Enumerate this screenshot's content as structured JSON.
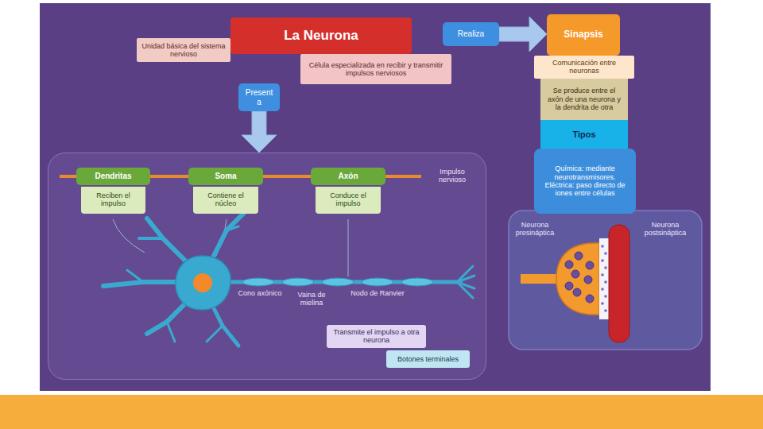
{
  "diagram": {
    "nodes": [
      {
        "text": [
          "Unidad básica del sistema nervioso"
        ]
      },
      {
        "text": [
          "La Neurona"
        ]
      },
      {
        "text": [
          "Realiza"
        ]
      },
      {
        "text": [
          "Sinapsis"
        ]
      },
      {
        "text": [
          "Célula especializada en recibir y transmitir impulsos nerviosos"
        ]
      },
      {
        "text": [
          "Comunicación entre neuronas"
        ]
      },
      {
        "text": [
          "Se produce entre el axón de una neurona y la dendrita de otra"
        ]
      },
      {
        "text": [
          "Presenta"
        ]
      },
      {
        "text": [
          "Tipos"
        ]
      },
      {
        "text": [
          "Química: mediante neurotransmisores. Eléctrica: paso directo de iones entre células"
        ]
      },
      {
        "text": [
          "Impulso nervioso"
        ]
      },
      {
        "text": [
          "Dendritas",
          "Reciben el impulso"
        ],
        "in": 10
      },
      {
        "text": [
          "Soma",
          "Contiene el núcleo"
        ],
        "in": 10
      },
      {
        "text": [
          "Axón",
          "Conduce el impulso"
        ],
        "in": 10
      },
      {
        "text": [
          "Transmite el impulso a otra neurona"
        ],
        "in": 10
      },
      {
        "text": [
          "Botones terminales"
        ],
        "in": 10
      }
    ],
    "edges": [
      {
        "from": 2,
        "to": 3,
        "arrow": "to"
      },
      {
        "from": 7,
        "to": 10,
        "arrow": "to"
      }
    ],
    "labels": [
      "Cono axónico",
      "Vaina de mielina",
      "Nodo de Ranvier",
      "Neurona presináptica",
      "Neurona postsináptica"
    ]
  }
}
